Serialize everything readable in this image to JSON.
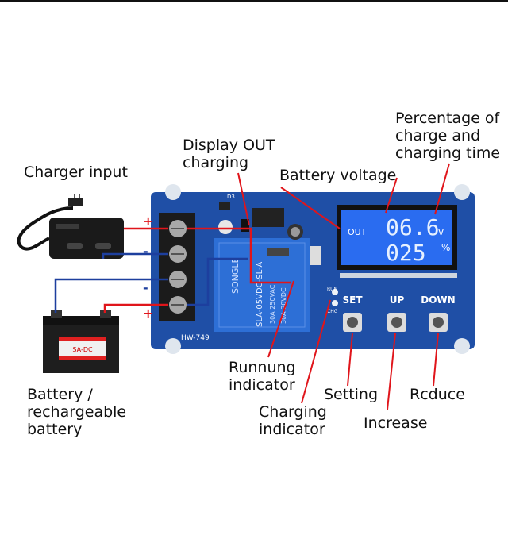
{
  "labels": {
    "charger_input": "Charger input",
    "display_out_charging": "Display OUT\ncharging",
    "battery_voltage": "Battery voltage",
    "percentage_time": "Percentage of\ncharge and\ncharging time",
    "battery": "Battery /\nrechargeable\nbattery",
    "running_indicator": "Runnung\nindicator",
    "charging_indicator": "Charging\nindicator",
    "setting": "Setting",
    "increase": "Increase",
    "reduce": "Rcduce"
  },
  "board": {
    "model": "HW-749",
    "relay_brand": "SONGLE",
    "relay_model": "SLA-05VDC-SL-A",
    "relay_rating_1": "30A 250VAC",
    "relay_rating_2": "30A 30VDC",
    "chip_label": "D3",
    "plus_top": "+",
    "minus_a": "-",
    "minus_b": "-",
    "plus_bottom": "+"
  },
  "lcd": {
    "out": "OUT",
    "voltage": "06.6",
    "voltage_unit": "v",
    "percent": "025",
    "percent_unit": "%"
  },
  "buttons": {
    "set": "SET",
    "up": "UP",
    "down": "DOWN"
  },
  "leds": {
    "run": "RUN",
    "chg": "CHG"
  },
  "battery_brand": "SA-DC",
  "colors": {
    "board": "#1f4fa6",
    "lcd": "#2a6cf0",
    "wire_red": "#e0151b",
    "wire_blue": "#1d3f9e",
    "pointer": "#e0151b"
  }
}
